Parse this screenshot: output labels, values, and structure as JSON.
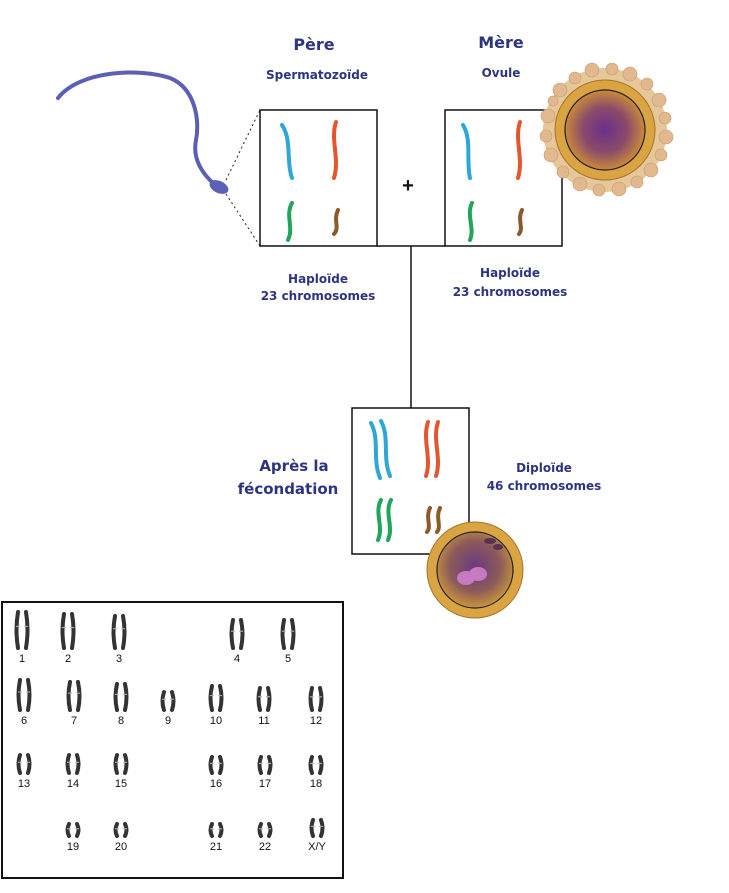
{
  "father": {
    "title": "Père",
    "cell": "Spermatozoïde",
    "ploidy": "Haploïde",
    "count": "23 chromosomes"
  },
  "mother": {
    "title": "Mère",
    "cell": "Ovule",
    "ploidy": "Haploïde",
    "count": "23 chromosomes"
  },
  "plus_sign": "+",
  "fertilization": {
    "label_line1": "Après la",
    "label_line2": "fécondation",
    "ploidy": "Diploïde",
    "count": "46 chromosomes"
  },
  "karyotype": {
    "labels": [
      "1",
      "2",
      "3",
      "4",
      "5",
      "6",
      "7",
      "8",
      "9",
      "10",
      "11",
      "12",
      "13",
      "14",
      "15",
      "16",
      "17",
      "18",
      "19",
      "20",
      "21",
      "22",
      "X/Y"
    ]
  },
  "colors": {
    "label_blue": "#2d3580",
    "chrom_blue": "#2fa6d8",
    "chrom_orange": "#e4572e",
    "chrom_green": "#21a55b",
    "chrom_brown": "#8b5a2b",
    "sperm": "#5b5fb5",
    "egg_outer": "#d9a441",
    "egg_inner": "#7b3f7a"
  }
}
